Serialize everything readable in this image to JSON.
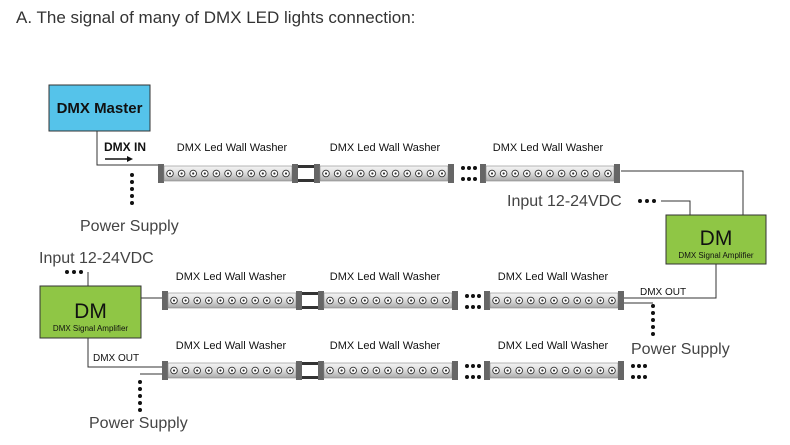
{
  "heading": "A. The signal of many of DMX LED lights connection:",
  "master": {
    "label": "DMX Master",
    "fill": "#55c3ea"
  },
  "dmx_in": "DMX IN",
  "washer_label": "DMX Led Wall Washer",
  "amplifier": {
    "big": "DM",
    "small": "DMX Signal Amplifier",
    "fill": "#8fc645"
  },
  "dmx_out": "DMX OUT",
  "input_label": "Input 12-24VDC",
  "power_supply": "Power Supply"
}
